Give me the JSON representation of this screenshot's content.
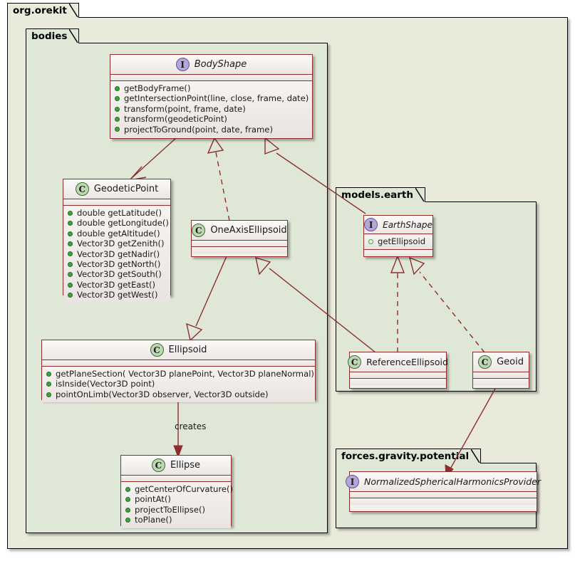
{
  "diagram": {
    "type": "uml-class-diagram",
    "packages": [
      {
        "name": "org.orekit"
      },
      {
        "name": "bodies"
      },
      {
        "name": "models.earth"
      },
      {
        "name": "forces.gravity.potential"
      }
    ]
  },
  "classes": {
    "bodyShape": {
      "name": "BodyShape",
      "stereotype": "I",
      "stereotype_label": "interface",
      "methods": [
        "getBodyFrame()",
        "getIntersectionPoint(line, close, frame, date)",
        "transform(point, frame, date)",
        "transform(geodeticPoint)",
        "projectToGround(point, date, frame)"
      ]
    },
    "geodeticPoint": {
      "name": "GeodeticPoint",
      "stereotype": "C",
      "stereotype_label": "class",
      "methods": [
        "double getLatitude()",
        "double getLongitude()",
        "double getAltitude()",
        "Vector3D getZenith()",
        "Vector3D getNadir()",
        "Vector3D getNorth()",
        "Vector3D getSouth()",
        "Vector3D getEast()",
        "Vector3D getWest()"
      ]
    },
    "oneAxisEllipsoid": {
      "name": "OneAxisEllipsoid",
      "stereotype": "C",
      "stereotype_label": "class",
      "methods": []
    },
    "ellipsoid": {
      "name": "Ellipsoid",
      "stereotype": "C",
      "stereotype_label": "class",
      "methods": [
        "getPlaneSection( Vector3D planePoint, Vector3D planeNormal)",
        "isInside(Vector3D point)",
        "pointOnLimb(Vector3D observer, Vector3D outside)"
      ]
    },
    "ellipse": {
      "name": "Ellipse",
      "stereotype": "C",
      "stereotype_label": "class",
      "methods": [
        "getCenterOfCurvature()",
        "pointAt()",
        "projectToEllipse()",
        "toPlane()"
      ]
    },
    "earthShape": {
      "name": "EarthShape",
      "stereotype": "I",
      "stereotype_label": "interface",
      "attributes": [
        "getEllipsoid"
      ],
      "methods": []
    },
    "referenceEllipsoid": {
      "name": "ReferenceEllipsoid",
      "stereotype": "C",
      "stereotype_label": "class",
      "methods": []
    },
    "geoid": {
      "name": "Geoid",
      "stereotype": "C",
      "stereotype_label": "class",
      "methods": []
    },
    "nshProvider": {
      "name": "NormalizedSphericalHarmonicsProvider",
      "stereotype": "I",
      "stereotype_label": "interface",
      "methods": []
    }
  },
  "edges": {
    "creates_label": "creates",
    "relations": [
      {
        "from": "BodyShape",
        "to": "GeodeticPoint",
        "kind": "association"
      },
      {
        "from": "OneAxisEllipsoid",
        "to": "BodyShape",
        "kind": "realization"
      },
      {
        "from": "EarthShape",
        "to": "BodyShape",
        "kind": "generalization"
      },
      {
        "from": "OneAxisEllipsoid",
        "to": "Ellipsoid",
        "kind": "generalization"
      },
      {
        "from": "ReferenceEllipsoid",
        "to": "OneAxisEllipsoid",
        "kind": "generalization"
      },
      {
        "from": "ReferenceEllipsoid",
        "to": "EarthShape",
        "kind": "realization"
      },
      {
        "from": "Geoid",
        "to": "EarthShape",
        "kind": "realization"
      },
      {
        "from": "Ellipsoid",
        "to": "Ellipse",
        "kind": "creates"
      },
      {
        "from": "Geoid",
        "to": "NormalizedSphericalHarmonicsProvider",
        "kind": "association"
      }
    ]
  },
  "colors": {
    "outer_package": "#eaeada",
    "inner_package": "#dfe8d6",
    "class_border": "#8f2d2d",
    "interface_marker": "#b4a7d6",
    "class_marker": "#bdd6b4",
    "method_marker": "#3fa23f"
  }
}
